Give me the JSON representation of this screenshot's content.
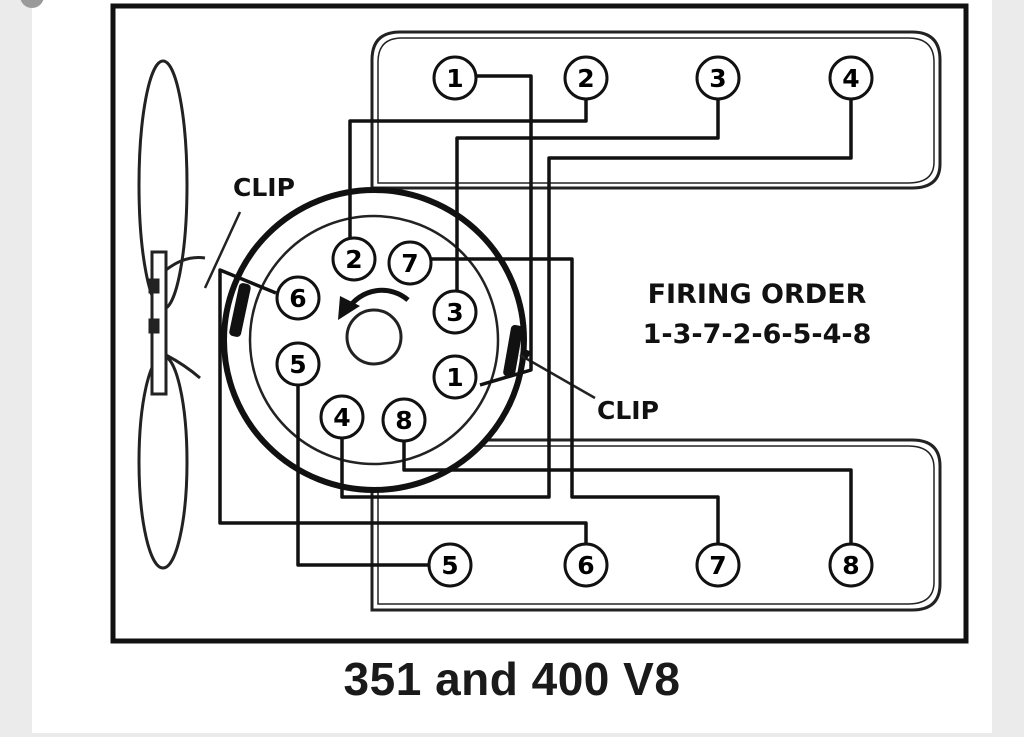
{
  "caption": "351 and 400 V8",
  "firing_order": {
    "heading": "FIRING ORDER",
    "sequence": "1-3-7-2-6-5-4-8"
  },
  "clip_labels": [
    "CLIP",
    "CLIP"
  ],
  "cylinders": {
    "top_bank": [
      "1",
      "2",
      "3",
      "4"
    ],
    "bottom_bank": [
      "5",
      "6",
      "7",
      "8"
    ]
  },
  "distributor_terminals": [
    "2",
    "7",
    "6",
    "3",
    "5",
    "1",
    "4",
    "8"
  ]
}
